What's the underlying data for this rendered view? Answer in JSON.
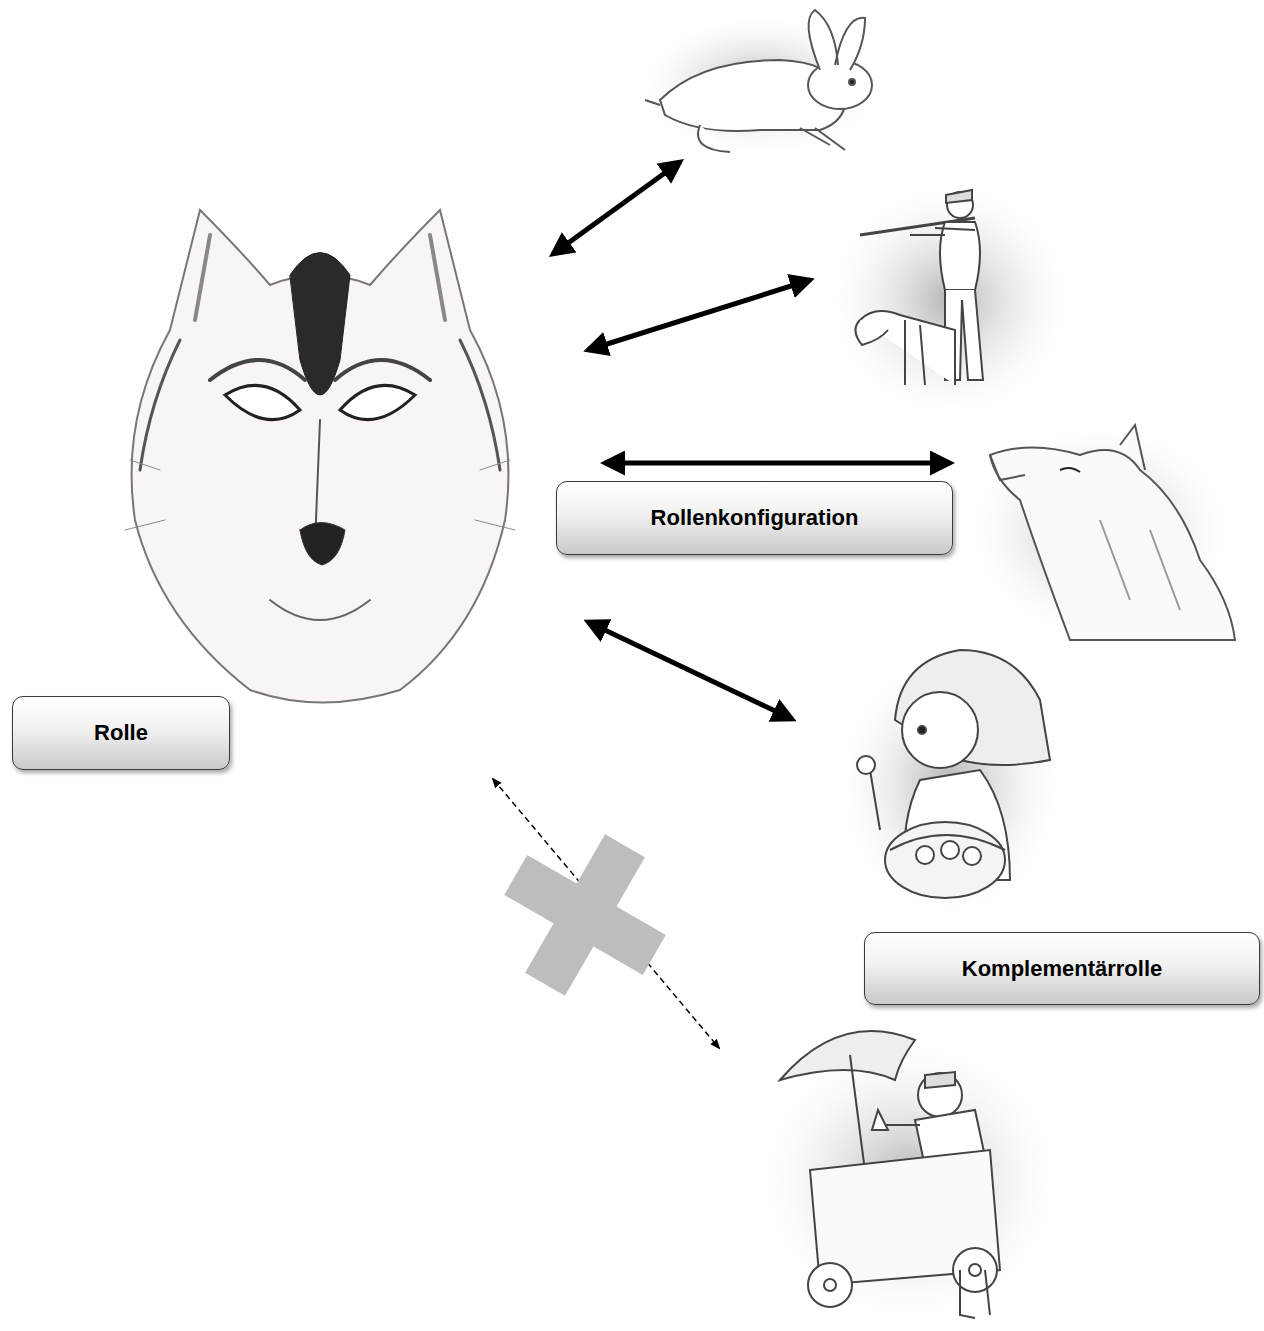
{
  "diagram": {
    "nodes": [
      {
        "text": [
          "Rollenkonfiguration"
        ]
      },
      {
        "text": [
          "Rolle"
        ]
      },
      {
        "text": [
          "Komplementärrolle"
        ]
      }
    ]
  }
}
